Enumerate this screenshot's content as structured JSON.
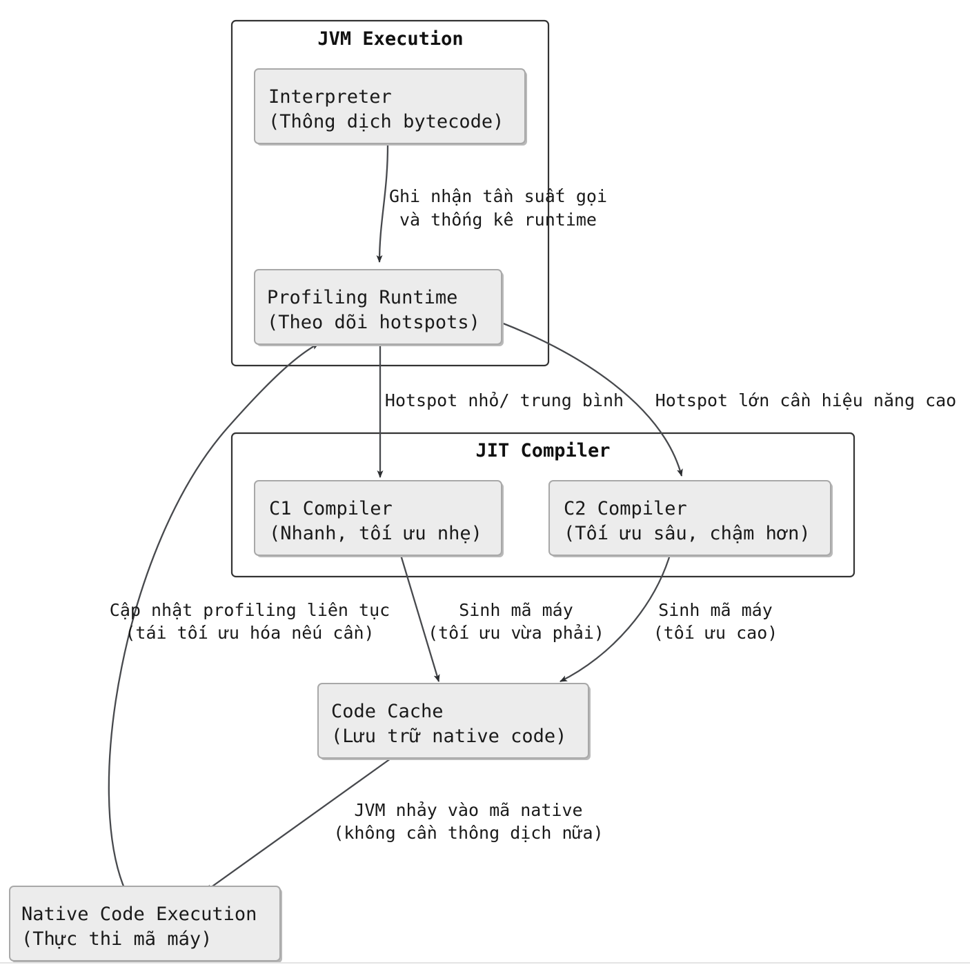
{
  "diagram": {
    "title": "JVM JIT Compilation Flow",
    "type": "flowchart",
    "background_color": "#ffffff",
    "node_fill": "#ececec",
    "node_stroke": "#a8a8a8",
    "edge_color": "#47494d",
    "cluster_stroke": "#333333"
  },
  "clusters": [
    {
      "id": "jvm_execution",
      "title": "JVM Execution"
    },
    {
      "id": "jit_compiler",
      "title": "JIT Compiler"
    }
  ],
  "nodes": [
    {
      "id": "interpreter",
      "line1": "Interpreter",
      "line2": "(Thông dịch bytecode)",
      "cluster": "jvm_execution"
    },
    {
      "id": "profiling_runtime",
      "line1": "Profiling Runtime",
      "line2": "(Theo dõi hotspots)",
      "cluster": "jvm_execution"
    },
    {
      "id": "c1_compiler",
      "line1": "C1 Compiler",
      "line2": "(Nhanh, tối ưu nhẹ)",
      "cluster": "jit_compiler"
    },
    {
      "id": "c2_compiler",
      "line1": "C2 Compiler",
      "line2": "(Tối ưu sâu, chậm hơn)",
      "cluster": "jit_compiler"
    },
    {
      "id": "code_cache",
      "line1": "Code Cache",
      "line2": "(Lưu trữ native code)",
      "cluster": null
    },
    {
      "id": "native_code_execution",
      "line1": "Native Code Execution",
      "line2": "(Thực thi mã máy)",
      "cluster": null
    }
  ],
  "edges": [
    {
      "id": "interpreter_to_profiling",
      "from": "interpreter",
      "to": "profiling_runtime",
      "label_line1": "Ghi nhận tần suất gọi",
      "label_line2": "và thống kê runtime"
    },
    {
      "id": "profiling_to_c1",
      "from": "profiling_runtime",
      "to": "c1_compiler",
      "label_line1": "Hotspot nhỏ/ trung bình",
      "label_line2": ""
    },
    {
      "id": "profiling_to_c2",
      "from": "profiling_runtime",
      "to": "c2_compiler",
      "label_line1": "Hotspot lớn cần hiệu năng cao",
      "label_line2": ""
    },
    {
      "id": "c1_to_code_cache",
      "from": "c1_compiler",
      "to": "code_cache",
      "label_line1": "Sinh mã máy",
      "label_line2": "(tối ưu vừa phải)"
    },
    {
      "id": "c2_to_code_cache",
      "from": "c2_compiler",
      "to": "code_cache",
      "label_line1": "Sinh mã máy",
      "label_line2": "(tối ưu cao)"
    },
    {
      "id": "code_cache_to_native",
      "from": "code_cache",
      "to": "native_code_execution",
      "label_line1": "JVM nhảy vào mã native",
      "label_line2": "(không cần thông dịch nữa)"
    },
    {
      "id": "native_to_profiling",
      "from": "native_code_execution",
      "to": "profiling_runtime",
      "label_line1": "Cập nhật profiling liên tục",
      "label_line2": "(tái tối ưu hóa nếu cần)"
    }
  ]
}
